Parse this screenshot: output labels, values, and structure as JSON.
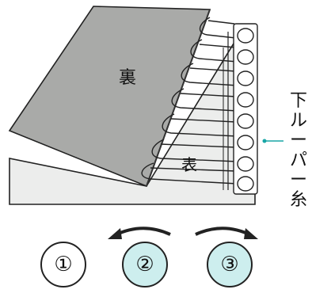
{
  "labels": {
    "back_side": "裏",
    "front_side": "表",
    "thread_label": "下ルーパー糸"
  },
  "steps": [
    "①",
    "②",
    "③"
  ],
  "colors": {
    "fabric_back": "#a9aaa8",
    "fabric_front": "#ecedec",
    "accent": "#18a6a6",
    "circle_fill_active": "#cdeeee",
    "outline": "#222222"
  },
  "icons": {
    "arrow_left": "curved-arrow-left-icon",
    "arrow_right": "curved-arrow-right-icon"
  }
}
